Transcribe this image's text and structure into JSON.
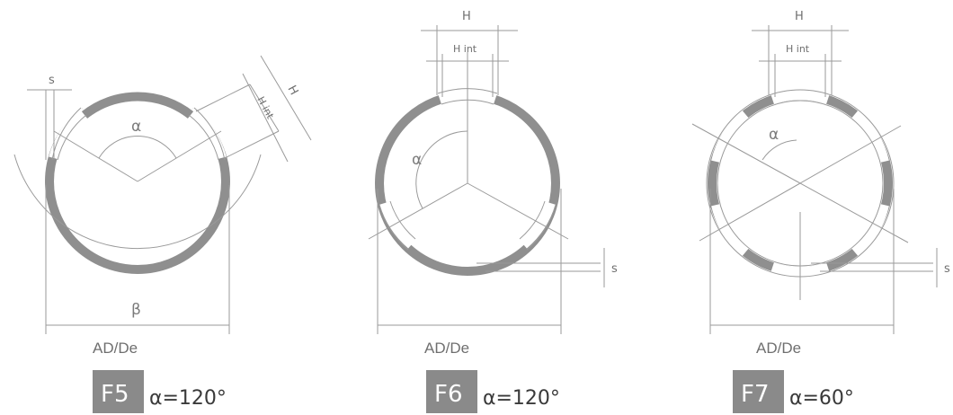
{
  "figures": [
    {
      "code": "F5",
      "angle": "α=120°",
      "ad_label": "AD/De",
      "s_label": "s",
      "h_label": "H",
      "hint_label": "H int",
      "alpha_symbol": "α",
      "beta_symbol": "β"
    },
    {
      "code": "F6",
      "angle": "α=120°",
      "ad_label": "AD/De",
      "s_label": "s",
      "h_label": "H",
      "hint_label": "H int",
      "alpha_symbol": "α"
    },
    {
      "code": "F7",
      "angle": "α=60°",
      "ad_label": "AD/De",
      "s_label": "s",
      "h_label": "H",
      "hint_label": "H int",
      "alpha_symbol": "α"
    }
  ],
  "colors": {
    "line": "#8c8c8c",
    "thick": "#8f8f8f",
    "fill_box": "#8a8a8a"
  }
}
